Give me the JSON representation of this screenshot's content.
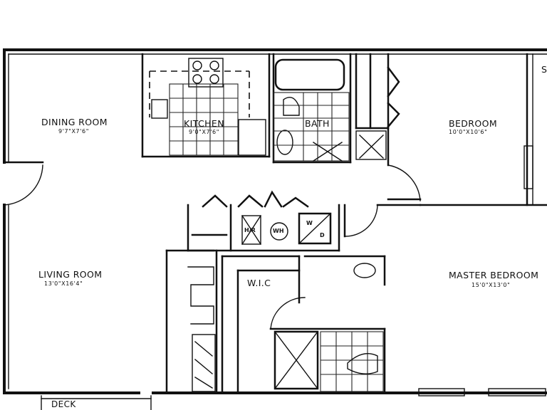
{
  "rooms": {
    "dining": {
      "name": "DINING ROOM",
      "dims": "9'7\"X7'6\""
    },
    "kitchen": {
      "name": "KITCHEN",
      "dims": "9'0\"X7'6\""
    },
    "bath": {
      "name": "BATH"
    },
    "bedroom": {
      "name": "BEDROOM",
      "dims": "10'0\"X10'6\""
    },
    "living": {
      "name": "LIVING ROOM",
      "dims": "13'0\"X16'4\""
    },
    "wic": {
      "name": "W.I.C"
    },
    "master": {
      "name": "MASTER BEDROOM",
      "dims": "15'0\"X13'0\""
    },
    "deck": {
      "name": "DECK"
    }
  },
  "fixtures": {
    "water_heater": "WH",
    "hvac": "H/R",
    "washer": "W",
    "dryer": "D",
    "edge_letter": "S"
  }
}
